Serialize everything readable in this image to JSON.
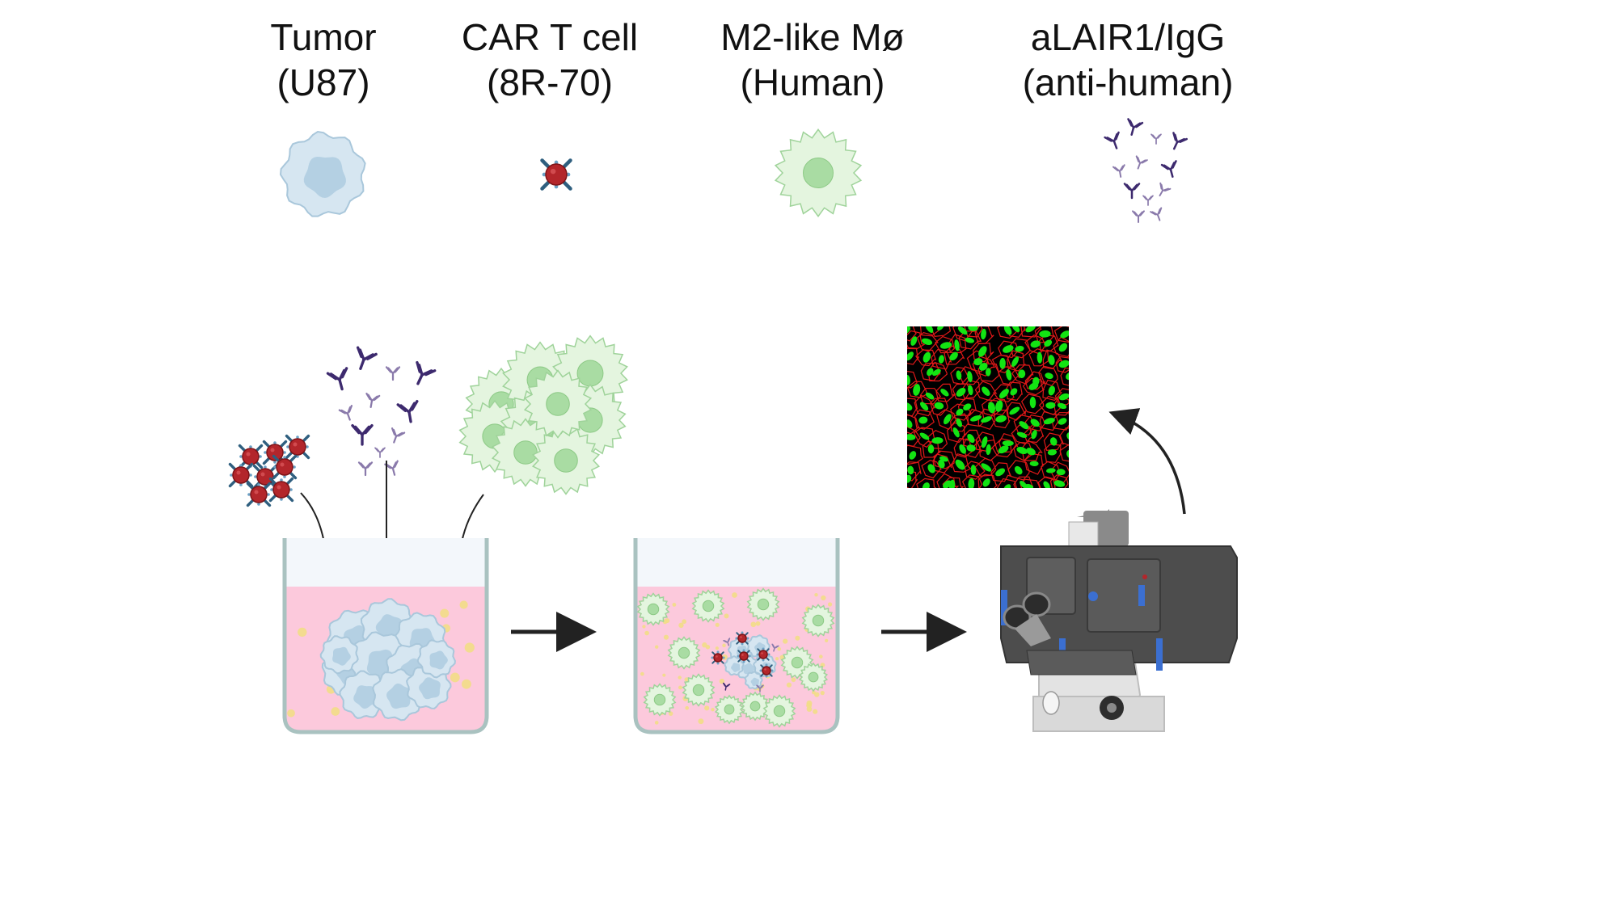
{
  "legend": [
    {
      "line1": "Tumor",
      "line2": "(U87)"
    },
    {
      "line1": "CAR T cell",
      "line2": "(8R-70)"
    },
    {
      "line1": "M2-like Mø",
      "line2": "(Human)"
    },
    {
      "line1": "aLAIR1/IgG",
      "line2": "(anti-human)"
    }
  ],
  "colors": {
    "tumor_fill": "#d6e6f1",
    "tumor_stroke": "#a9c7db",
    "tumor_nucleus": "#b4d0e3",
    "cart_body": "#b3262b",
    "cart_receptor": "#2f5f7f",
    "macrophage_fill": "#e4f5df",
    "macrophage_stroke": "#9fd39a",
    "macrophage_nucleus": "#a9dca3",
    "antibody_dark": "#3d2a6e",
    "antibody_light": "#8a7aab",
    "medium": "#fcc9dc",
    "well_wall": "#a9c2c0",
    "well_air": "#f3f7fb",
    "particle": "#f2dd86",
    "arrow": "#222222",
    "microscope_body": "#4a4a4a",
    "microscope_base": "#e6e6e6",
    "microscope_accent": "#3b6fd1",
    "image_bg": "#000000",
    "image_nuclei": "#13e413",
    "image_borders": "#e01818"
  }
}
